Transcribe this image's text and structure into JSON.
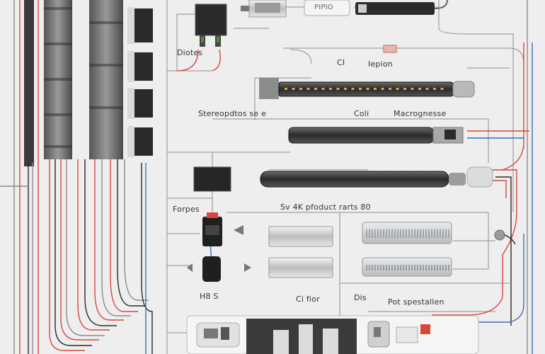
{
  "labels": {
    "diotes": "Diotes",
    "ci": "CI",
    "iepion": "Iepion",
    "stereop": "Stereopdtos se e",
    "coli": "Coli",
    "macrognesse": "Macrognesse",
    "forpes": "Forpes",
    "pfoduct": "Sv 4K pfoduct rarts 80",
    "h8s": "H8 S",
    "ci_fior": "Ci fior",
    "dis": "Dis",
    "pot_sp": "Pot spestallen",
    "connector": "PIPIO"
  },
  "colors": {
    "wire_red": "#d9473a",
    "wire_blue": "#3d6fb6",
    "wire_dark": "#2a2a2a",
    "wire_gray": "#8a8a8a",
    "background": "#eeeeee",
    "device_dark": "#2b2b2b",
    "led_amber": "#e2a23c"
  }
}
